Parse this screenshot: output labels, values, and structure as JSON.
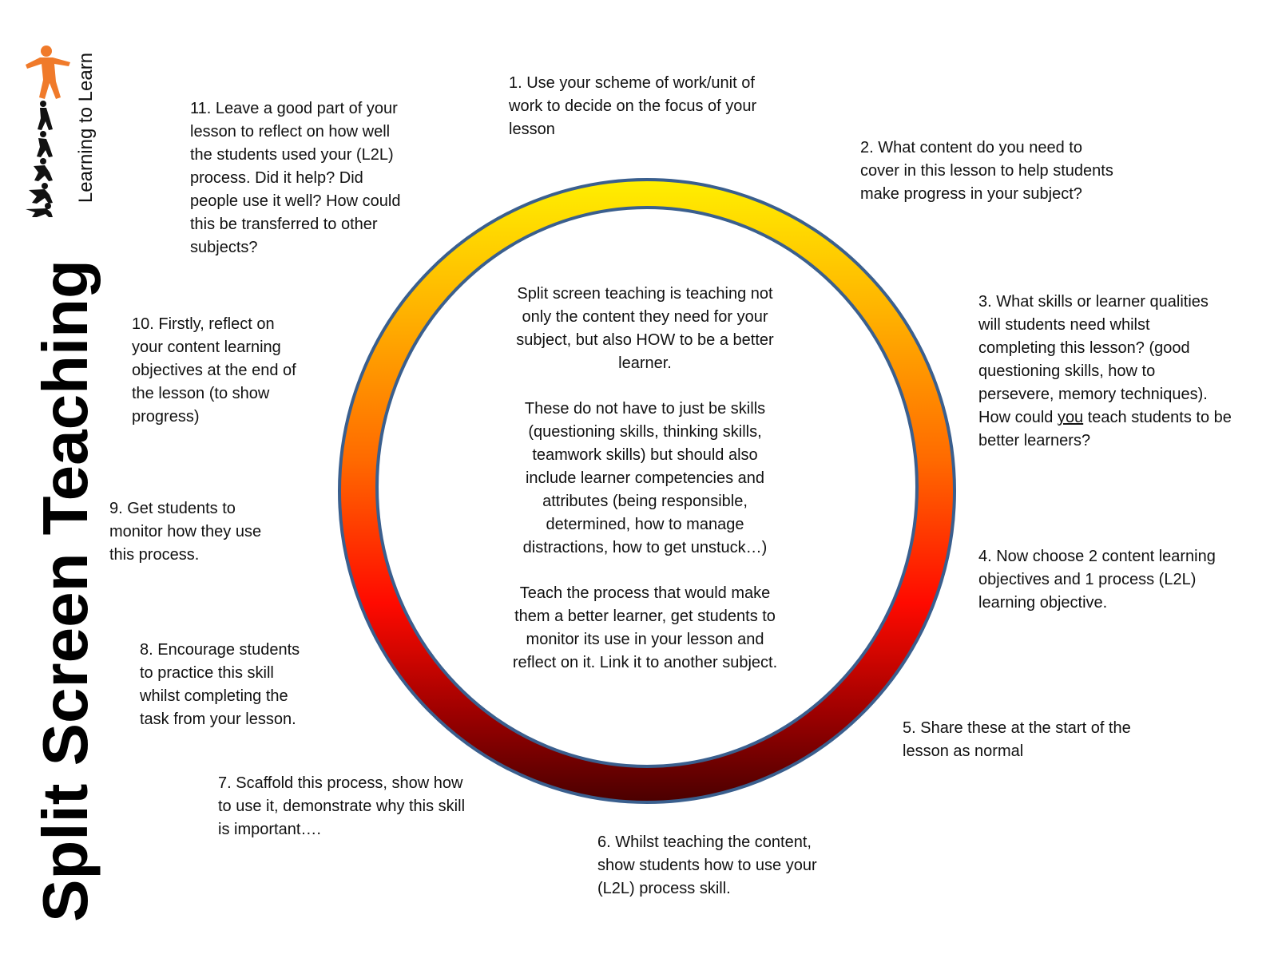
{
  "title": "Split Screen Teaching",
  "logo_text": "Learning to Learn",
  "colors": {
    "ring_top": "#ffef00",
    "ring_mid": "#ff7800",
    "ring_red": "#ff0a00",
    "ring_bottom": "#5a0000",
    "ring_border": "#3a5f8e",
    "logo_orange": "#f07a2a"
  },
  "steps": {
    "s1": "1. Use your scheme of work/unit of\nwork to decide on the focus of your\nlesson",
    "s2": "2. What content do you need to\ncover in this lesson to help students\nmake progress in your subject?",
    "s3_a": "3. What skills or learner qualities\nwill students need whilst\ncompleting this lesson? (good\nquestioning skills, how to\npersevere, memory techniques).\nHow could ",
    "s3_u": "you",
    "s3_b": " teach students to be\nbetter learners?",
    "s4": "4. Now choose 2 content learning\nobjectives and 1 process (L2L)\nlearning objective.",
    "s5": "5. Share these at the start of the\nlesson as normal",
    "s6": "6. Whilst teaching the content,\nshow students how to use your\n(L2L) process skill.",
    "s7": "7. Scaffold this process, show how\nto use it, demonstrate why this skill\nis important….",
    "s8": "8. Encourage students\nto practice this skill\nwhilst completing the\ntask from your lesson.",
    "s9": "9. Get students to\nmonitor how they use\nthis process.",
    "s10": "10. Firstly, reflect on\nyour content learning\nobjectives at the end of\nthe lesson (to show\nprogress)",
    "s11": "11. Leave a good part of your\nlesson to reflect on how well\nthe students used your (L2L)\nprocess.  Did it help?  Did\npeople use it well?  How could\nthis be transferred to other\nsubjects?"
  },
  "center": {
    "p1": "Split screen teaching is teaching not\nonly the content they need for your\nsubject, but also HOW to be a better\nlearner.",
    "p2": "These do not have to just be skills\n(questioning skills, thinking skills,\nteamwork skills) but should also\ninclude learner competencies and\nattributes (being responsible,\ndetermined, how to manage\ndistractions, how to get unstuck…)",
    "p3": "Teach the process that would make\nthem a better learner, get students to\nmonitor its use in your lesson and\nreflect on it.  Link it to another subject."
  }
}
